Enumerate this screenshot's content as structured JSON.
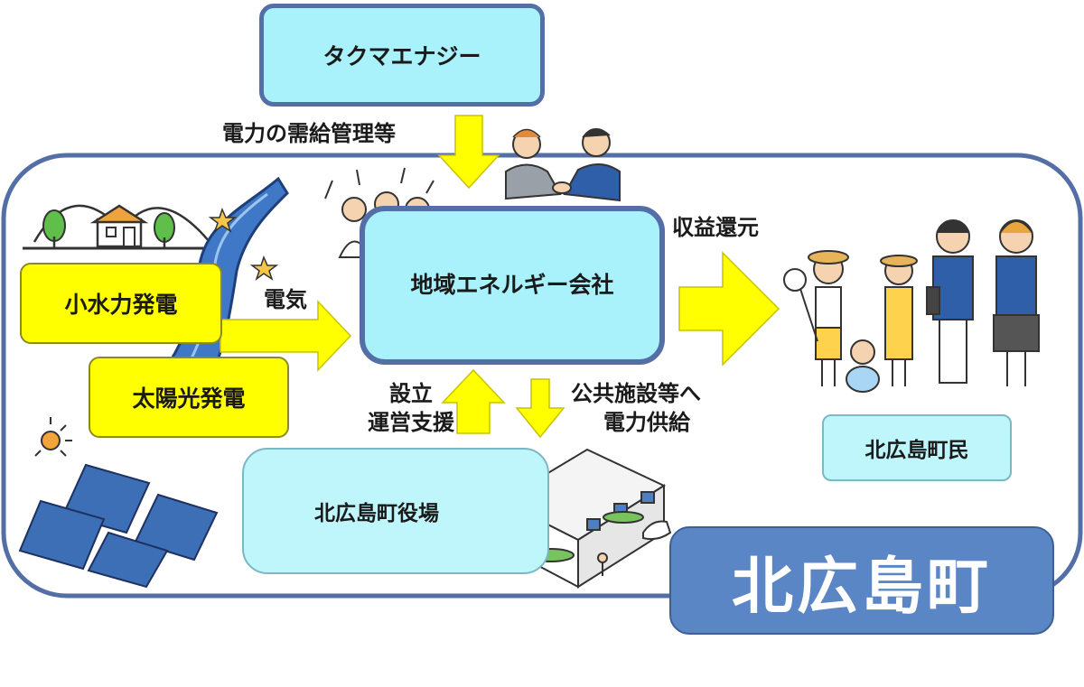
{
  "top_entity": {
    "label": "タクマエナジー"
  },
  "core_entity": {
    "label": "地域エネルギー会社"
  },
  "sources": [
    {
      "label": "小水力発電"
    },
    {
      "label": "太陽光発電"
    }
  ],
  "town_office": {
    "label": "北広島町役場"
  },
  "residents": {
    "label": "北広島町民"
  },
  "town": {
    "name": "北広島町"
  },
  "flows": {
    "supply_management": "電力の需給管理等",
    "electricity": "電気",
    "profit_return": "収益還元",
    "support_line1": "設立",
    "support_line2": "運営支援",
    "public_supply_line1": "公共施設等へ",
    "public_supply_line2": "電力供給"
  },
  "colors": {
    "light_cyan": "#a9f1fb",
    "cyan_box": "#bff6fc",
    "yellow": "#ffff00",
    "frame_blue": "#536fa6",
    "town_badge": "#5b86c6",
    "river": "#3f78c7"
  }
}
